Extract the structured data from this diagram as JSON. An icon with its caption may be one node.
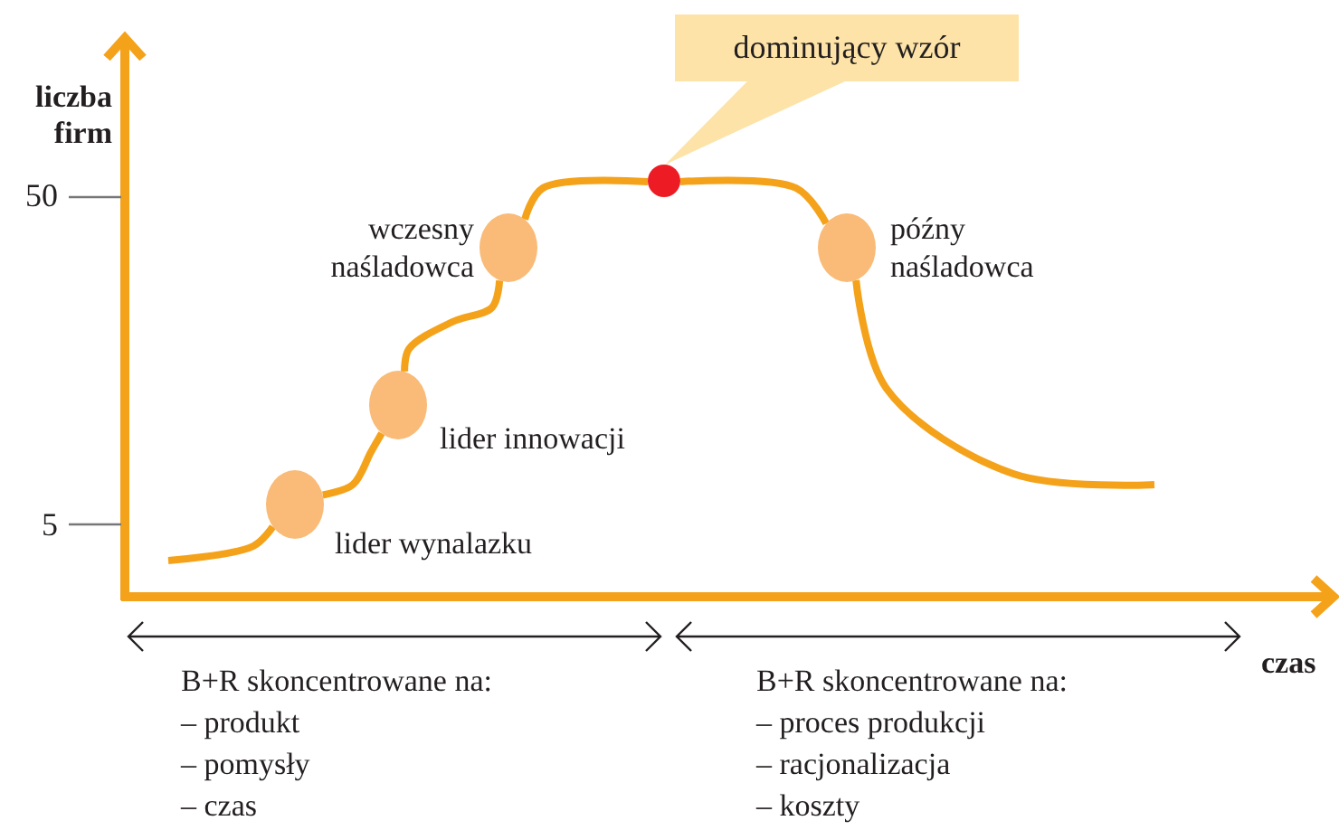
{
  "diagram": {
    "nodes": [
      {
        "text": [],
        "shape": "circle",
        "beside": [
          "lider wynalazku"
        ]
      },
      {
        "text": [],
        "shape": "circle",
        "beside": [
          "lider innowacji"
        ]
      },
      {
        "text": [],
        "shape": "circle",
        "beside": [
          "wczesny naśladowca"
        ]
      },
      {
        "text": [],
        "shape": "circle"
      },
      {
        "text": [],
        "shape": "circle",
        "beside": [
          "późny naśladowca"
        ]
      },
      {
        "text": [
          "dominujący wzór"
        ]
      }
    ],
    "edges": [
      {
        "from": null,
        "to": 0,
        "arrow": "none"
      },
      {
        "from": 0,
        "to": 1,
        "arrow": "none"
      },
      {
        "from": 1,
        "to": 2,
        "arrow": "none"
      },
      {
        "from": 2,
        "to": 3,
        "arrow": "none"
      },
      {
        "from": 3,
        "to": 4,
        "arrow": "none"
      },
      {
        "from": 4,
        "to": null,
        "arrow": "none"
      },
      {
        "from": 5,
        "to": 3,
        "arrow": "none",
        "color": "#fde3a7"
      }
    ],
    "labels": [
      "liczba firm",
      "50",
      "5",
      "czas",
      "B+R skoncentrowane na:",
      "– produkt",
      "– pomysły",
      "– czas",
      "B+R skoncentrowane na:",
      "– proces produkcji",
      "– racjonalizacja",
      "– koszty"
    ]
  }
}
